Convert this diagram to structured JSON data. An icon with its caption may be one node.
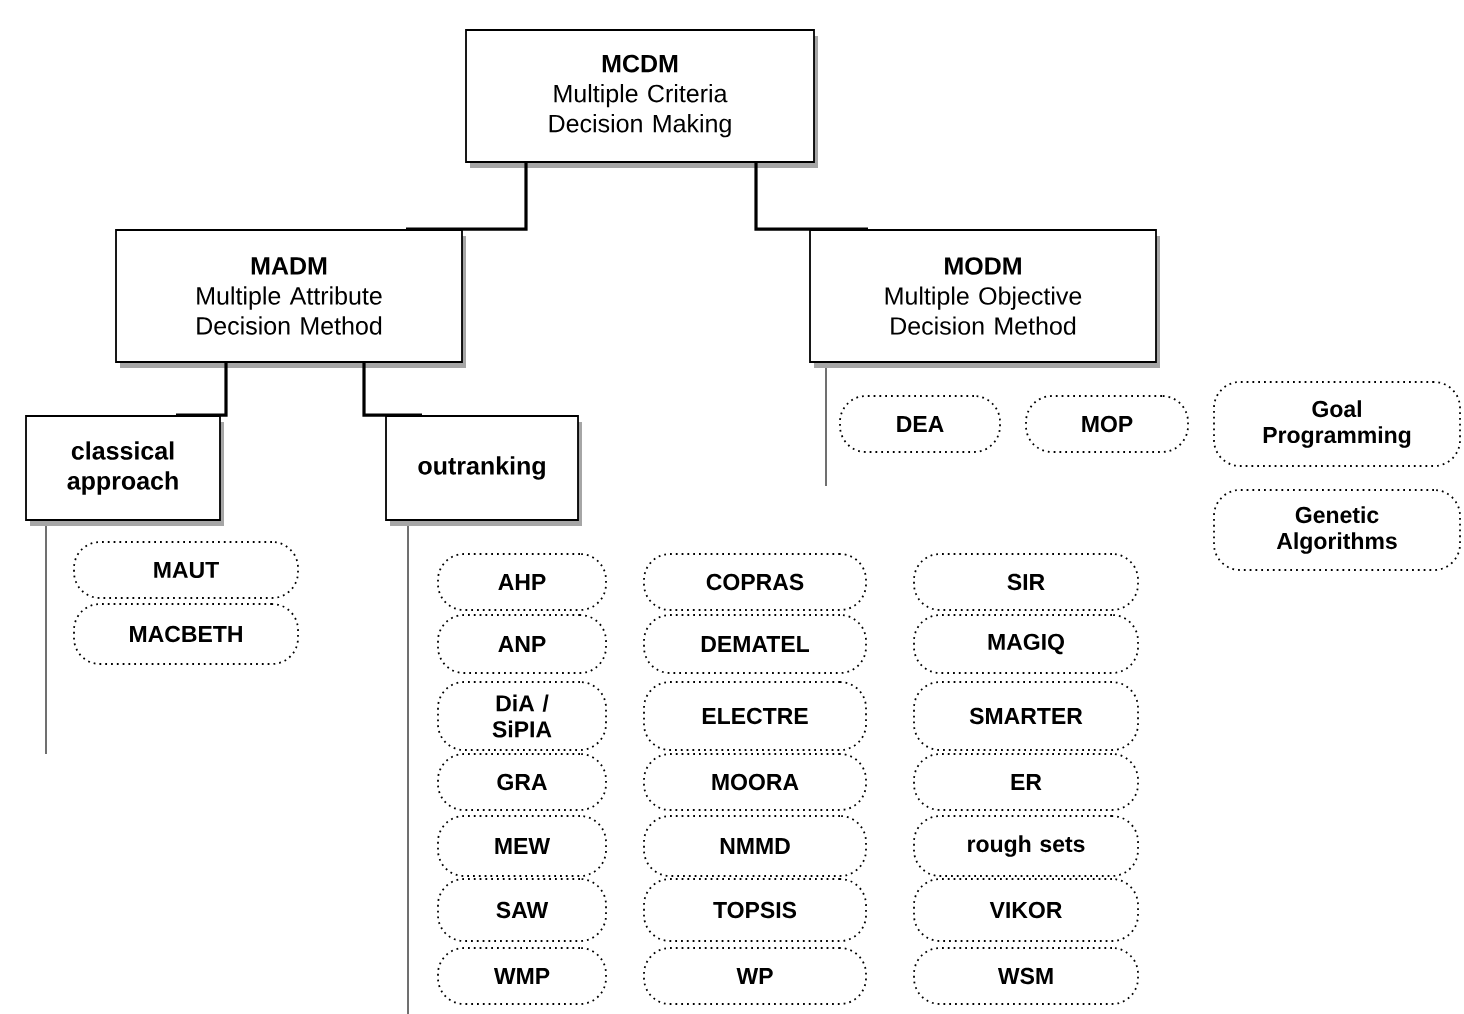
{
  "diagram": {
    "nodes": [
      {
        "text": [
          "MCDM",
          "Multiple Criteria Decision Making"
        ]
      },
      {
        "text": [
          "MADM",
          "Multiple Attribute Decision Method"
        ]
      },
      {
        "text": [
          "MODM",
          "Multiple Objective Decision Method"
        ]
      },
      {
        "text": [
          "classical approach"
        ]
      },
      {
        "text": [
          "outranking"
        ]
      },
      {
        "text": [
          "MAUT"
        ]
      },
      {
        "text": [
          "MACBETH"
        ]
      },
      {
        "text": [
          "DEA"
        ]
      },
      {
        "text": [
          "MOP"
        ]
      },
      {
        "text": [
          "Goal Programming"
        ]
      },
      {
        "text": [
          "Genetic Algorithms"
        ]
      },
      {
        "text": [
          "AHP"
        ]
      },
      {
        "text": [
          "COPRAS"
        ]
      },
      {
        "text": [
          "SIR"
        ]
      },
      {
        "text": [
          "ANP"
        ]
      },
      {
        "text": [
          "DEMATEL"
        ]
      },
      {
        "text": [
          "MAGIQ"
        ]
      },
      {
        "text": [
          "DiA / SiPIA"
        ]
      },
      {
        "text": [
          "ELECTRE"
        ]
      },
      {
        "text": [
          "SMARTER"
        ]
      },
      {
        "text": [
          "GRA"
        ]
      },
      {
        "text": [
          "MOORA"
        ]
      },
      {
        "text": [
          "ER"
        ]
      },
      {
        "text": [
          "MEW"
        ]
      },
      {
        "text": [
          "NMMD"
        ]
      },
      {
        "text": [
          "rough sets"
        ]
      },
      {
        "text": [
          "SAW"
        ]
      },
      {
        "text": [
          "TOPSIS"
        ]
      },
      {
        "text": [
          "VIKOR"
        ]
      },
      {
        "text": [
          "WMP"
        ]
      },
      {
        "text": [
          "WP"
        ]
      },
      {
        "text": [
          "WSM"
        ]
      }
    ],
    "edges": [
      {
        "from": 0,
        "to": 1,
        "arrow": "none"
      },
      {
        "from": 0,
        "to": 2,
        "arrow": "none"
      },
      {
        "from": 1,
        "to": 3,
        "arrow": "none"
      },
      {
        "from": 1,
        "to": 4,
        "arrow": "none"
      }
    ]
  }
}
